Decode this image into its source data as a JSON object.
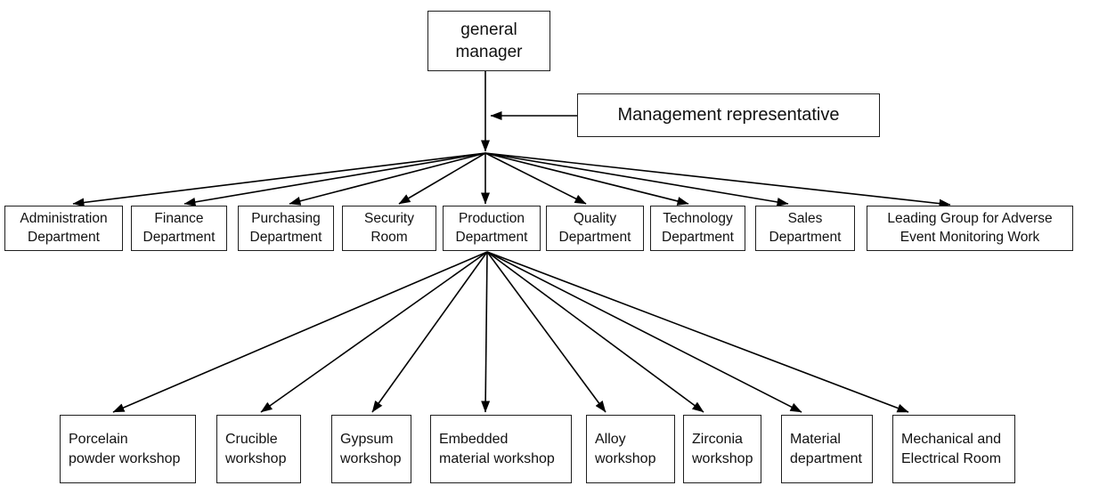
{
  "org_chart": {
    "root": {
      "label": "general manager"
    },
    "staff": {
      "label": "Management representative"
    },
    "departments": [
      {
        "label": "Administration\nDepartment"
      },
      {
        "label": "Finance\nDepartment"
      },
      {
        "label": "Purchasing\nDepartment"
      },
      {
        "label": "Security\nRoom"
      },
      {
        "label": "Production\nDepartment"
      },
      {
        "label": "Quality\nDepartment"
      },
      {
        "label": "Technology\nDepartment"
      },
      {
        "label": "Sales\nDepartment"
      },
      {
        "label": "Leading Group for Adverse\nEvent Monitoring Work"
      }
    ],
    "production_units": [
      {
        "label": "Porcelain\npowder workshop"
      },
      {
        "label": "Crucible\nworkshop"
      },
      {
        "label": "Gypsum\nworkshop"
      },
      {
        "label": "Embedded\nmaterial workshop"
      },
      {
        "label": "Alloy\nworkshop"
      },
      {
        "label": "Zirconia\nworkshop"
      },
      {
        "label": "Material\ndepartment"
      },
      {
        "label": "Mechanical and\nElectrical Room"
      }
    ],
    "line_color": "#000000",
    "box_border_color": "#1f1f1f",
    "background_color": "#ffffff"
  }
}
